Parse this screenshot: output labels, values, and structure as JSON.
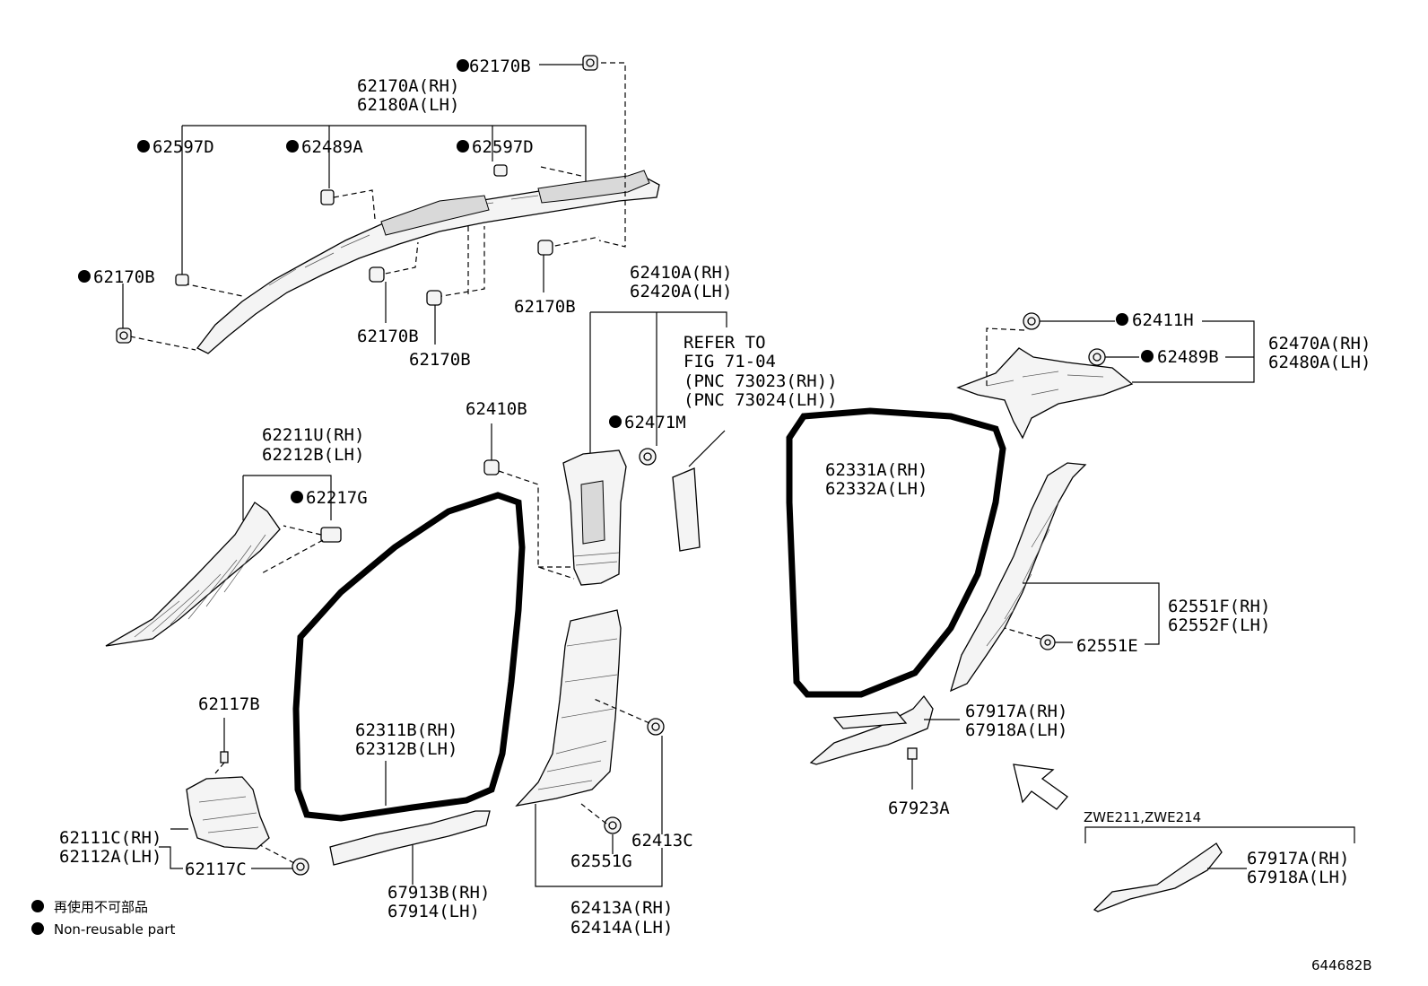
{
  "labels": {
    "l01": "62170B",
    "l02a": "62170A(RH)",
    "l02b": "62180A(LH)",
    "l03": "62597D",
    "l04": "62489A",
    "l05": "62597D",
    "l06": "62170B",
    "l07": "62170B",
    "l08": "62170B",
    "l09": "62170B",
    "l10a": "62410A(RH)",
    "l10b": "62420A(LH)",
    "l11a": "REFER TO",
    "l11b": "FIG 71-04",
    "l11c": "(PNC 73023(RH))",
    "l11d": "(PNC 73024(LH))",
    "l12": "62411H",
    "l13": "62489B",
    "l14a": "62470A(RH)",
    "l14b": "62480A(LH)",
    "l15": "62410B",
    "l16": "62471M",
    "l17a": "62211U(RH)",
    "l17b": "62212B(LH)",
    "l18": "62217G",
    "l19a": "62331A(RH)",
    "l19b": "62332A(LH)",
    "l20a": "62551F(RH)",
    "l20b": "62552F(LH)",
    "l21": "62551E",
    "l22": "62117B",
    "l23a": "62311B(RH)",
    "l23b": "62312B(LH)",
    "l24a": "67917A(RH)",
    "l24b": "67918A(LH)",
    "l25": "67923A",
    "l26a": "62111C(RH)",
    "l26b": "62112A(LH)",
    "l27": "62117C",
    "l28": "62413C",
    "l29": "62551G",
    "l30a": "67913B(RH)",
    "l30b": "67914(LH)",
    "l31a": "62413A(RH)",
    "l31b": "62414A(LH)",
    "l32": "ZWE211,ZWE214",
    "l33a": "67917A(RH)",
    "l33b": "67918A(LH)"
  },
  "legend": {
    "jp": "再使用不可部品",
    "en": "Non-reusable part"
  },
  "figure_id": "644682B"
}
